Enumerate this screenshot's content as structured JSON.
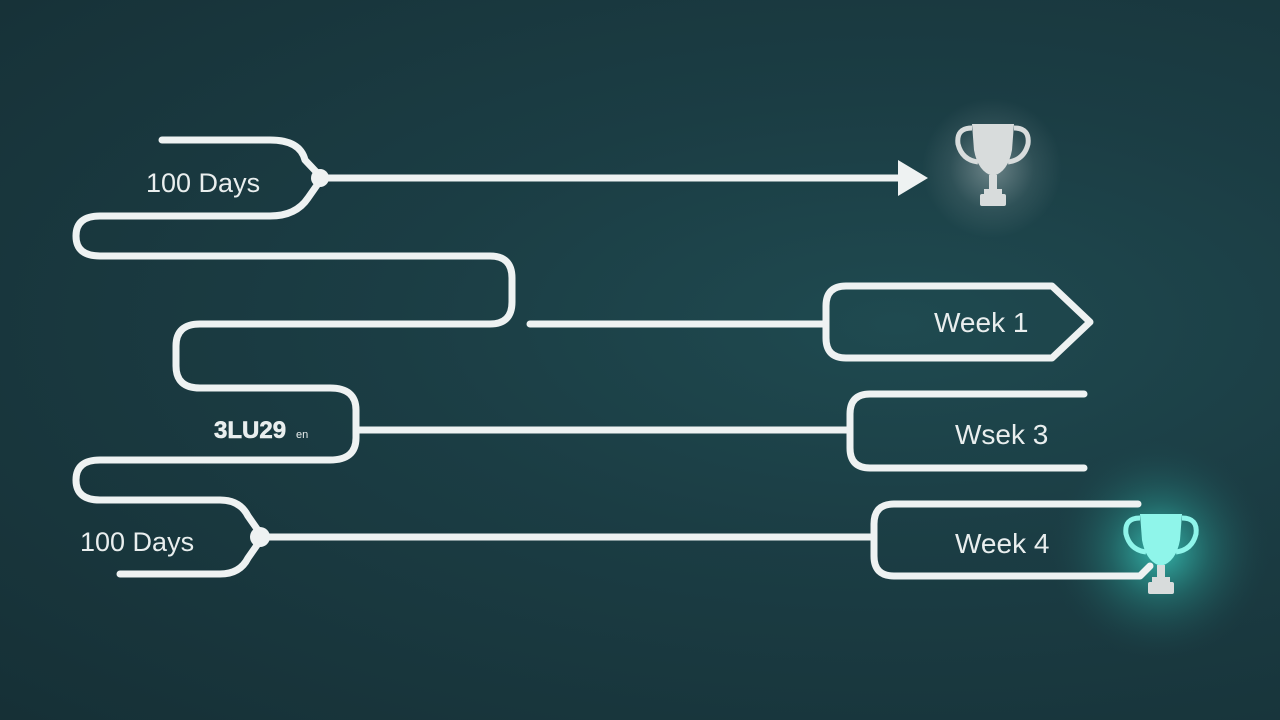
{
  "labels": {
    "top_start": "100 Days",
    "mid_start": "3LU29",
    "mid_start_suffix": "en",
    "bottom_start": "100 Days"
  },
  "milestones": [
    {
      "label": "Week 1"
    },
    {
      "label": "Wsek 3"
    },
    {
      "label": "Week 4"
    }
  ],
  "trophies": [
    {
      "icon": "trophy-icon",
      "state": "default"
    },
    {
      "icon": "trophy-icon",
      "state": "highlighted"
    }
  ],
  "colors": {
    "line": "#eef2f2",
    "trophy": "#d8dcdc",
    "trophy_highlight": "#7ff2e6",
    "glow": "#3fe0d0"
  }
}
